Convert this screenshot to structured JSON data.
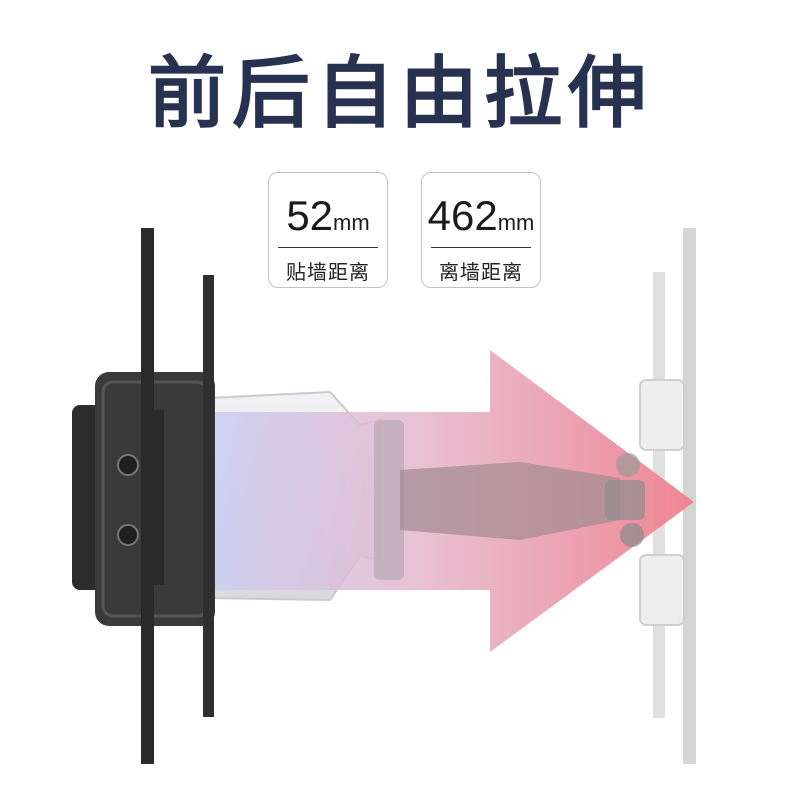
{
  "headline": "前后自由拉伸",
  "specs": [
    {
      "value": "52",
      "unit": "mm",
      "label": "贴墙距离"
    },
    {
      "value": "462",
      "unit": "mm",
      "label": "离墙距离"
    }
  ],
  "colors": {
    "headline": "#26324f",
    "arrow_start": "#c9d0f5",
    "arrow_end": "#ef8a95",
    "frame_dark": "#2a2a2a",
    "frame_ghost": "#d8d8d8"
  },
  "icons": {
    "wall_plate_closed": "wall-plate",
    "tv_panel_closed": "tv-panel",
    "tv_panel_extended": "tv-panel-ghost",
    "extend_arrow": "right-arrow"
  }
}
